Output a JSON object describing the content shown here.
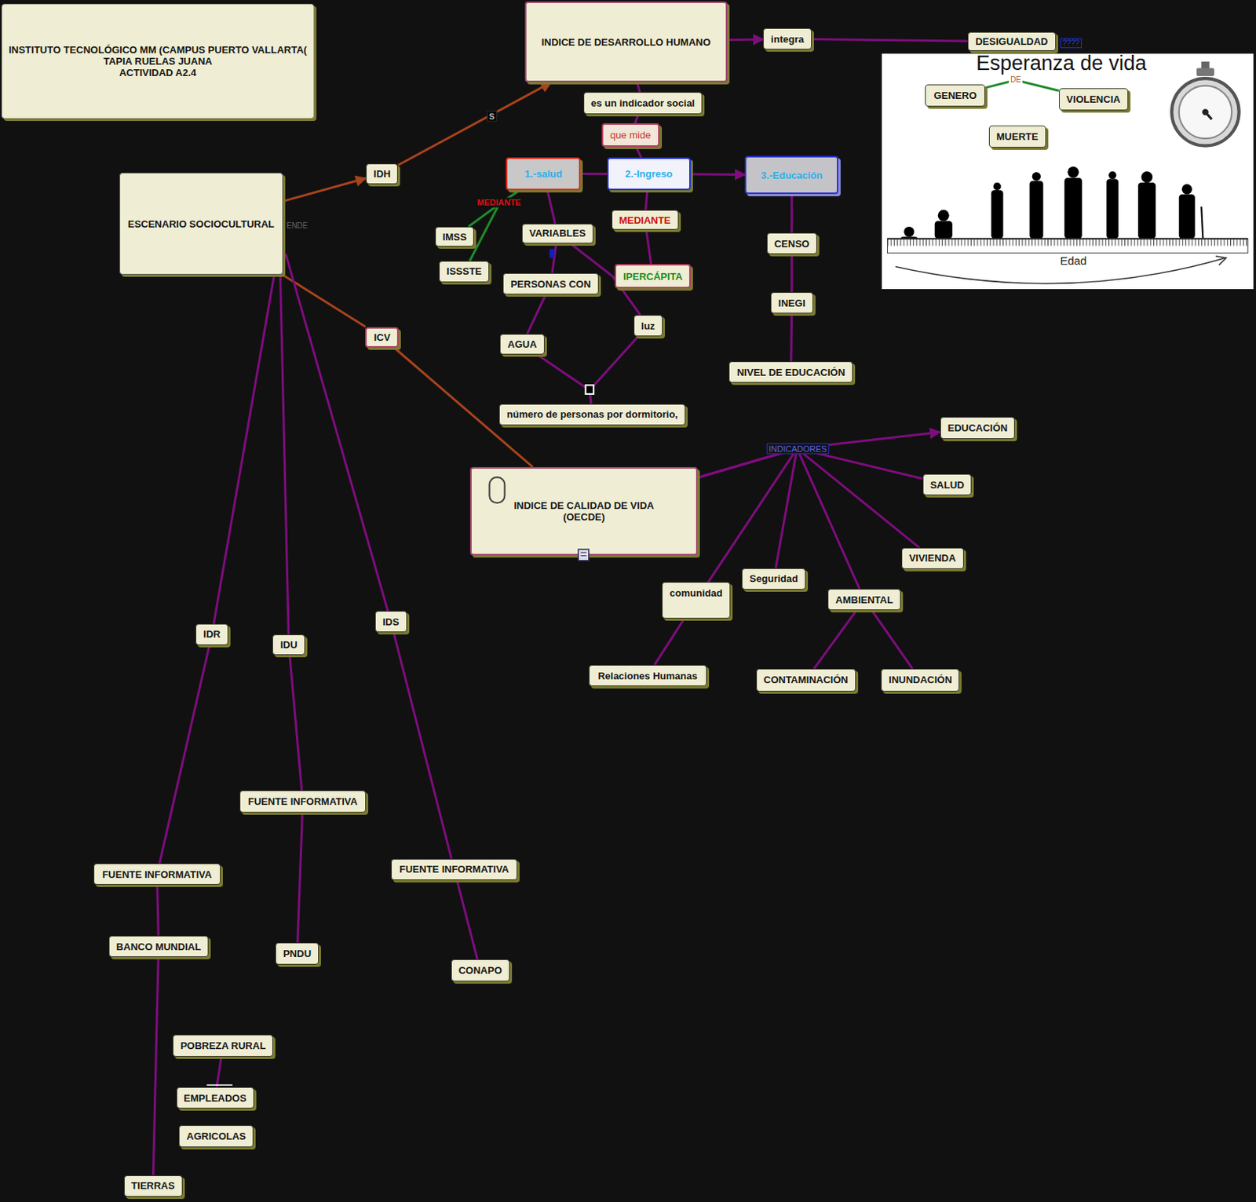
{
  "diagram": {
    "nodes": [
      {
        "text": [
          "INSTITUTO TECNOLÓGICO MM (CAMPUS PUERTO VALLARTA(",
          "TAPIA RUELAS JUANA",
          "ACTIVIDAD A2.4"
        ]
      },
      {
        "text": [
          "INDICE DE DESARROLLO HUMANO"
        ]
      },
      {
        "text": [
          "integra"
        ]
      },
      {
        "text": [
          "DESIGUALDAD"
        ]
      },
      {
        "text": [
          "GENERO"
        ]
      },
      {
        "text": [
          "VIOLENCIA"
        ]
      },
      {
        "text": [
          "MUERTE"
        ]
      },
      {
        "text": [
          "es un indicador social"
        ]
      },
      {
        "text": [
          "que mide"
        ]
      },
      {
        "text": [
          "1.-salud"
        ]
      },
      {
        "text": [
          "2.-Ingreso"
        ]
      },
      {
        "text": [
          "3.-Educación"
        ]
      },
      {
        "text": [
          "ESCENARIO SOCIOCULTURAL"
        ]
      },
      {
        "text": [
          "IDH"
        ]
      },
      {
        "text": [
          "IMSS"
        ]
      },
      {
        "text": [
          "ISSSTE"
        ]
      },
      {
        "text": [
          "VARIABLES"
        ]
      },
      {
        "text": [
          "MEDIANTE"
        ]
      },
      {
        "text": [
          "IPERCÁPITA"
        ]
      },
      {
        "text": [
          "CENSO"
        ]
      },
      {
        "text": [
          "PERSONAS CON"
        ]
      },
      {
        "text": [
          "INEGI"
        ]
      },
      {
        "text": [
          "luz"
        ]
      },
      {
        "text": [
          "ICV"
        ]
      },
      {
        "text": [
          "AGUA"
        ]
      },
      {
        "text": [
          "NIVEL DE EDUCACIÓN"
        ]
      },
      {
        "text": [
          "número de personas por dormitorio,"
        ]
      },
      {
        "text": [
          "EDUCACIÓN"
        ]
      },
      {
        "text": [
          "INDICE DE CALIDAD DE VIDA (OECDE)"
        ]
      },
      {
        "text": [
          "SALUD"
        ]
      },
      {
        "text": [
          "VIVIENDA"
        ]
      },
      {
        "text": [
          "Seguridad"
        ]
      },
      {
        "text": [
          "comunidad"
        ]
      },
      {
        "text": [
          "AMBIENTAL"
        ]
      },
      {
        "text": [
          "IDS"
        ]
      },
      {
        "text": [
          "IDR"
        ]
      },
      {
        "text": [
          "IDU"
        ]
      },
      {
        "text": [
          "Relaciones  Humanas"
        ]
      },
      {
        "text": [
          "CONTAMINACIÓN"
        ]
      },
      {
        "text": [
          "INUNDACIÓN"
        ]
      },
      {
        "text": [
          "FUENTE INFORMATIVA"
        ]
      },
      {
        "text": [
          "FUENTE INFORMATIVA"
        ]
      },
      {
        "text": [
          "FUENTE INFORMATIVA"
        ]
      },
      {
        "text": [
          "BANCO MUNDIAL"
        ]
      },
      {
        "text": [
          "PNDU"
        ]
      },
      {
        "text": [
          "CONAPO"
        ]
      },
      {
        "text": [
          "POBREZA RURAL"
        ]
      },
      {
        "text": [
          "EMPLEADOS"
        ]
      },
      {
        "text": [
          "AGRICOLAS"
        ]
      },
      {
        "text": [
          "TIERRAS"
        ]
      }
    ],
    "edges": [
      {
        "from": 12,
        "to": 13,
        "arrow": "to"
      },
      {
        "from": 13,
        "to": 1,
        "arrow": "to",
        "label": "S"
      },
      {
        "from": 12,
        "to": 23,
        "arrow": "none"
      },
      {
        "from": 23,
        "to": 28,
        "arrow": "none"
      },
      {
        "from": 1,
        "to": 2,
        "arrow": "to"
      },
      {
        "from": 2,
        "to": 3,
        "arrow": "none"
      },
      {
        "from": 4,
        "to": 5,
        "arrow": "none",
        "label": "DE"
      },
      {
        "from": 1,
        "to": 7,
        "arrow": "none"
      },
      {
        "from": 7,
        "to": 8,
        "arrow": "none"
      },
      {
        "from": 8,
        "to": 10,
        "arrow": "none"
      },
      {
        "from": 9,
        "to": 10,
        "arrow": "none"
      },
      {
        "from": 10,
        "to": 11,
        "arrow": "to"
      },
      {
        "from": 9,
        "to": 14,
        "arrow": "none",
        "label": "MEDIANTE"
      },
      {
        "from": 9,
        "to": 15,
        "arrow": "none"
      },
      {
        "from": 9,
        "to": 16,
        "arrow": "none"
      },
      {
        "from": 16,
        "to": 20,
        "arrow": "none"
      },
      {
        "from": 16,
        "to": 22,
        "arrow": "none"
      },
      {
        "from": 20,
        "to": 24,
        "arrow": "none"
      },
      {
        "from": 24,
        "to": 26,
        "arrow": "none"
      },
      {
        "from": 22,
        "to": 26,
        "arrow": "none"
      },
      {
        "from": 10,
        "to": 17,
        "arrow": "none"
      },
      {
        "from": 17,
        "to": 18,
        "arrow": "none"
      },
      {
        "from": 11,
        "to": 19,
        "arrow": "none"
      },
      {
        "from": 19,
        "to": 21,
        "arrow": "none"
      },
      {
        "from": 21,
        "to": 25,
        "arrow": "none"
      },
      {
        "from": 28,
        "to": 27,
        "arrow": "to",
        "label": "INDICADORES"
      },
      {
        "from": 28,
        "to": 29,
        "arrow": "none"
      },
      {
        "from": 28,
        "to": 30,
        "arrow": "none"
      },
      {
        "from": 28,
        "to": 31,
        "arrow": "none"
      },
      {
        "from": 28,
        "to": 32,
        "arrow": "none"
      },
      {
        "from": 28,
        "to": 33,
        "arrow": "none"
      },
      {
        "from": 32,
        "to": 37,
        "arrow": "none"
      },
      {
        "from": 33,
        "to": 38,
        "arrow": "none"
      },
      {
        "from": 33,
        "to": 39,
        "arrow": "none"
      },
      {
        "from": 12,
        "to": 35,
        "arrow": "none"
      },
      {
        "from": 12,
        "to": 36,
        "arrow": "none"
      },
      {
        "from": 12,
        "to": 34,
        "arrow": "none"
      },
      {
        "from": 35,
        "to": 41,
        "arrow": "none"
      },
      {
        "from": 41,
        "to": 43,
        "arrow": "none"
      },
      {
        "from": 43,
        "to": 49,
        "arrow": "none"
      },
      {
        "from": 36,
        "to": 40,
        "arrow": "none"
      },
      {
        "from": 40,
        "to": 44,
        "arrow": "none"
      },
      {
        "from": 34,
        "to": 42,
        "arrow": "none"
      },
      {
        "from": 42,
        "to": 45,
        "arrow": "none"
      },
      {
        "from": 46,
        "to": 47,
        "arrow": "none"
      }
    ],
    "labels": [
      "Esperanza de vida",
      "Edad",
      "????",
      "ENDE"
    ]
  }
}
